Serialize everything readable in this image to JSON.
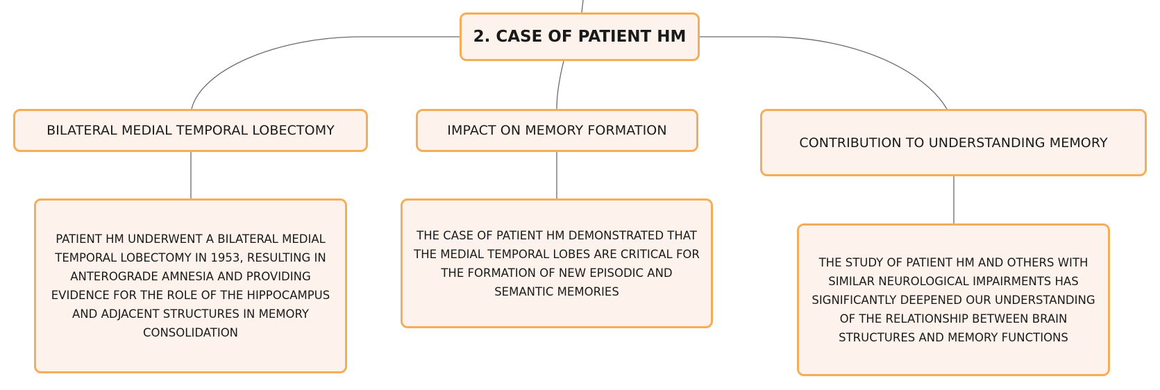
{
  "root": {
    "label": "2. CASE OF PATIENT HM"
  },
  "branches": [
    {
      "topic": "BILATERAL MEDIAL TEMPORAL LOBECTOMY",
      "detail": "PATIENT HM UNDERWENT A BILATERAL MEDIAL TEMPORAL LOBECTOMY IN 1953, RESULTING IN ANTEROGRADE AMNESIA AND PROVIDING EVIDENCE FOR THE ROLE OF THE HIPPOCAMPUS AND ADJACENT STRUCTURES IN MEMORY CONSOLIDATION"
    },
    {
      "topic": "IMPACT ON MEMORY FORMATION",
      "detail": "THE CASE OF PATIENT HM DEMONSTRATED THAT THE MEDIAL TEMPORAL LOBES ARE CRITICAL FOR THE FORMATION OF NEW EPISODIC AND SEMANTIC MEMORIES"
    },
    {
      "topic": "CONTRIBUTION TO UNDERSTANDING MEMORY",
      "detail": "THE STUDY OF PATIENT HM AND OTHERS WITH SIMILAR NEUROLOGICAL IMPAIRMENTS HAS SIGNIFICANTLY DEEPENED OUR UNDERSTANDING OF THE RELATIONSHIP BETWEEN BRAIN STRUCTURES AND MEMORY FUNCTIONS"
    }
  ],
  "colors": {
    "node_fill": "#fdf3ec",
    "node_border": "#f5ad57",
    "connector": "#6a6a6a",
    "text": "#1a1a1a"
  }
}
